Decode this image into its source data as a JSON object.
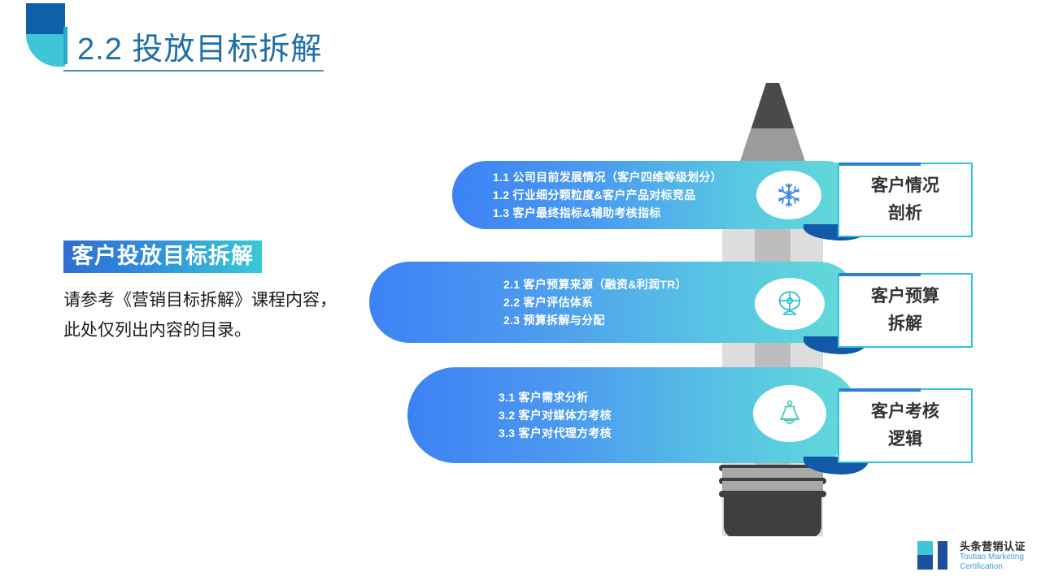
{
  "header": {
    "title": "2.2 投放目标拆解",
    "deco_top_color": "#1060a8",
    "deco_bottom_color": "#3fc5d8",
    "title_color": "#1f6fa5"
  },
  "left_block": {
    "heading": "客户投放目标拆解",
    "body": "请参考《营销目标拆解》课程内容，此处仅列出内容的目录。",
    "heading_gradient_from": "#2f6fd0",
    "heading_gradient_to": "#37c9d6"
  },
  "banners": [
    {
      "icon": "snowflake-icon",
      "icon_color": "#3a86e8",
      "items": [
        "1.1 公司目前发展情况（客户四维等级划分）",
        "1.2 行业细分颗粒度&客户产品对标竞品",
        "1.3 客户最终指标&辅助考核指标"
      ]
    },
    {
      "icon": "fan-icon",
      "icon_color": "#2bbecf",
      "items": [
        "2.1 客户预算来源（融资&利润TR）",
        "2.2 客户评估体系",
        "2.3 预算拆解与分配"
      ]
    },
    {
      "icon": "bell-icon",
      "icon_color": "#4cc7c0",
      "items": [
        "3.1 客户需求分析",
        "3.2 客户对媒体方考核",
        "3.3 客户对代理方考核"
      ]
    }
  ],
  "label_cards": [
    {
      "line1": "客户情况",
      "line2": "剖析"
    },
    {
      "line1": "客户预算",
      "line2": "拆解"
    },
    {
      "line1": "客户考核",
      "line2": "逻辑"
    }
  ],
  "logo": {
    "name_cn": "头条营销认证",
    "name_en_line1": "Toutiao Marketing",
    "name_en_line2": "Certification",
    "mark_color_dark": "#1d4f9c",
    "mark_color_light": "#3fc5d8"
  },
  "graphic": {
    "pencil_tip_color": "#4a4a4a",
    "pencil_cone_color": "#9b9b9b",
    "pencil_body_color": "#d9d9d9",
    "pencil_ferrule_color": "#4a4a4a"
  }
}
